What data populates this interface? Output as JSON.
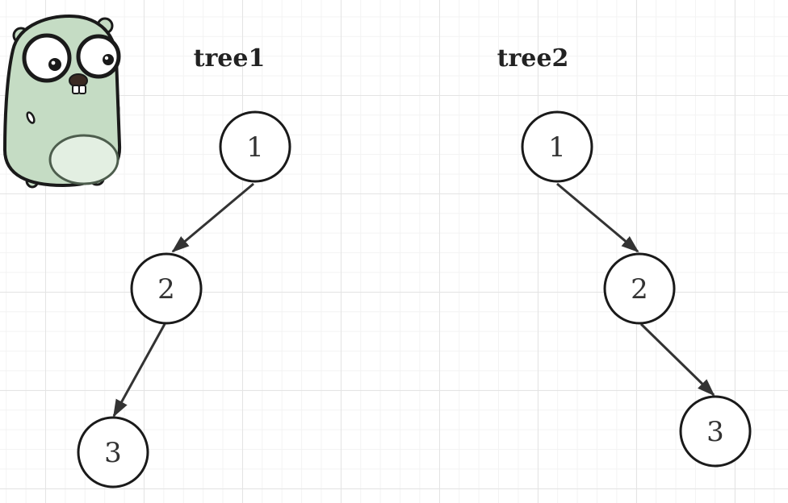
{
  "colors": {
    "gopher_body": "#c5dcc4",
    "gopher_belly": "#e3efe2",
    "outline": "#1a1a1a",
    "node_stroke": "#1a1a1a",
    "edge": "#333333"
  },
  "mascot": {
    "icon": "gopher-mascot-icon"
  },
  "trees": [
    {
      "title": "tree1",
      "nodes": [
        {
          "id": "t1n1",
          "label": "1"
        },
        {
          "id": "t1n2",
          "label": "2"
        },
        {
          "id": "t1n3",
          "label": "3"
        }
      ],
      "edges": [
        {
          "from": "t1n1",
          "to": "t1n2"
        },
        {
          "from": "t1n2",
          "to": "t1n3"
        }
      ]
    },
    {
      "title": "tree2",
      "nodes": [
        {
          "id": "t2n1",
          "label": "1"
        },
        {
          "id": "t2n2",
          "label": "2"
        },
        {
          "id": "t2n3",
          "label": "3"
        }
      ],
      "edges": [
        {
          "from": "t2n1",
          "to": "t2n2"
        },
        {
          "from": "t2n2",
          "to": "t2n3"
        }
      ]
    }
  ]
}
